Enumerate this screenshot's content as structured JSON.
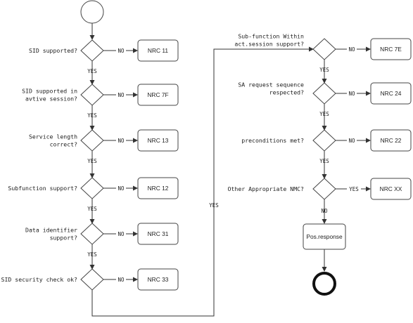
{
  "left_column": {
    "steps": [
      {
        "question": [
          "SID supported?"
        ],
        "no_label": "NO",
        "nrc": "NRC 11",
        "yes_label": "YES"
      },
      {
        "question": [
          "SID supported in",
          "avtive session?"
        ],
        "no_label": "NO",
        "nrc": "NRC 7F",
        "yes_label": "YES"
      },
      {
        "question": [
          "Service length",
          "correct?"
        ],
        "no_label": "NO",
        "nrc": "NRC 13",
        "yes_label": "YES"
      },
      {
        "question": [
          "Subfunction support?"
        ],
        "no_label": "NO",
        "nrc": "NRC 12",
        "yes_label": "YES"
      },
      {
        "question": [
          "Data identifier",
          "support?"
        ],
        "no_label": "NO",
        "nrc": "NRC 31",
        "yes_label": "YES"
      },
      {
        "question": [
          "SID security check ok?"
        ],
        "no_label": "NO",
        "nrc": "NRC 33",
        "yes_label": ""
      }
    ],
    "connector_label": "YES"
  },
  "right_column": {
    "steps": [
      {
        "question": [
          "Sub-function Within",
          "act.session support?"
        ],
        "branch_label": "NO",
        "nrc": "NRC 7E",
        "down_label": "YES"
      },
      {
        "question": [
          "SA request sequence",
          "respected?"
        ],
        "branch_label": "NO",
        "nrc": "NRC 24",
        "down_label": "YES"
      },
      {
        "question": [
          "preconditions met?"
        ],
        "branch_label": "NO",
        "nrc": "NRC 22",
        "down_label": "YES"
      },
      {
        "question": [
          "Other Appropriate NMC?"
        ],
        "branch_label": "YES",
        "nrc": "NRC XX",
        "down_label": "NO"
      }
    ],
    "final_action": "Pos.response"
  }
}
